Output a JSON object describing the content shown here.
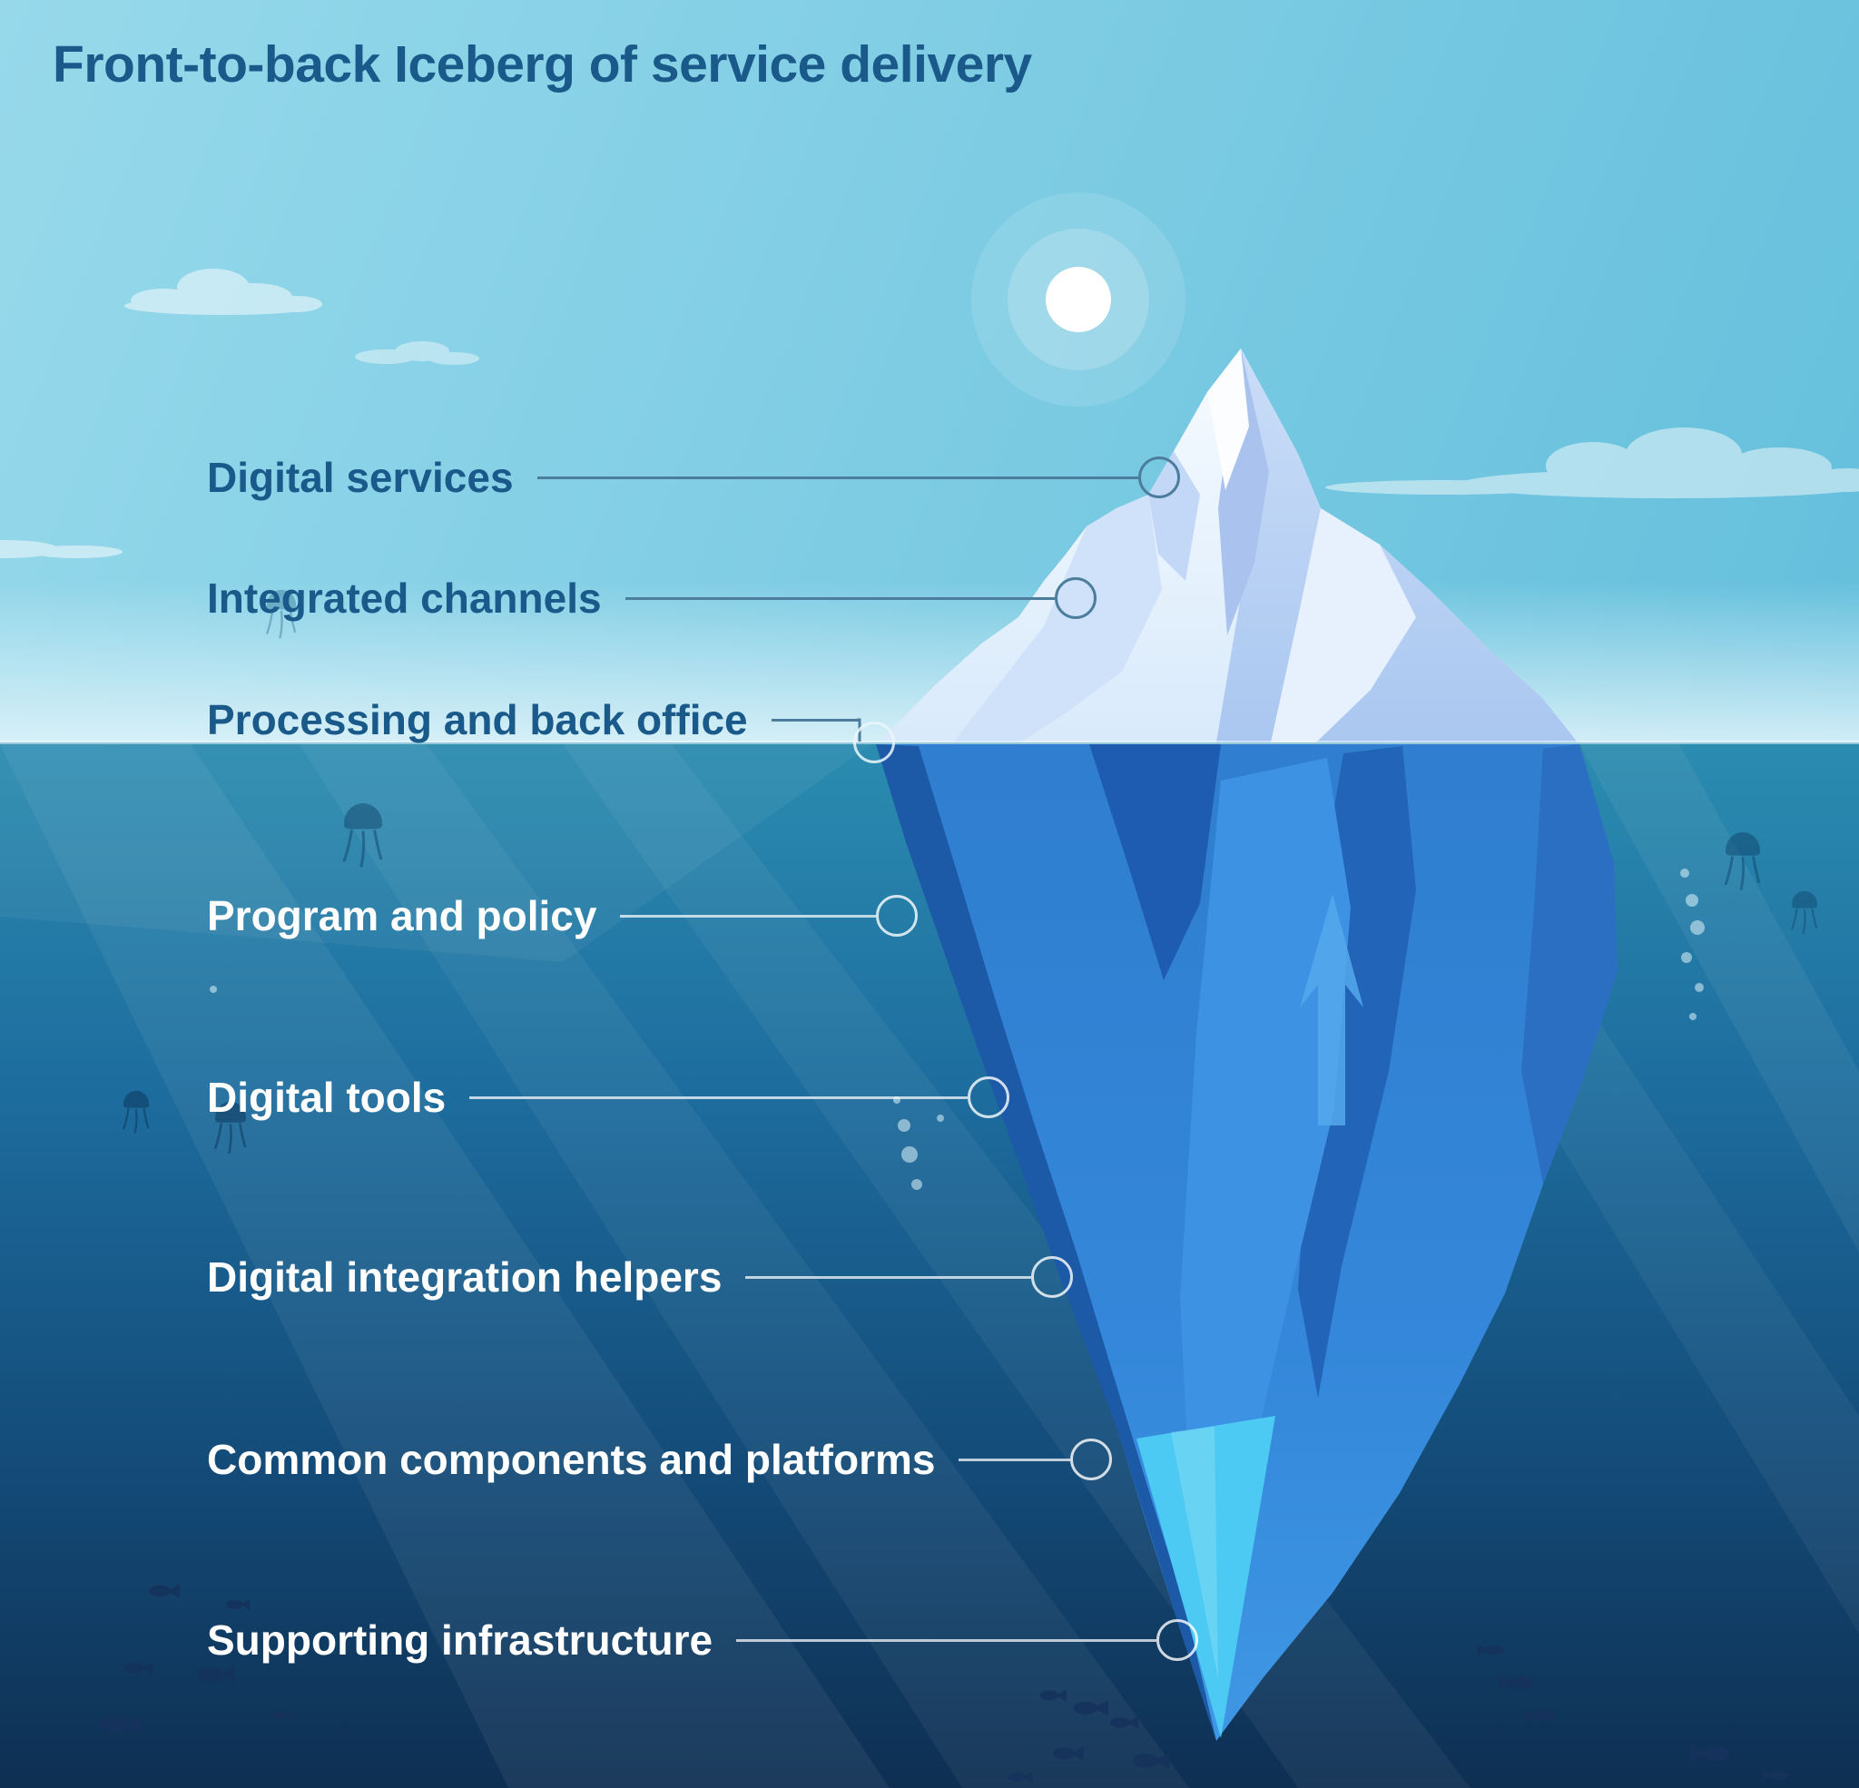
{
  "title": "Front-to-back Iceberg of service delivery",
  "annotations": [
    {
      "label": "Digital services",
      "zone": "above-water"
    },
    {
      "label": "Integrated channels",
      "zone": "above-water"
    },
    {
      "label": "Processing and back office",
      "zone": "waterline"
    },
    {
      "label": "Program and policy",
      "zone": "below-water"
    },
    {
      "label": "Digital tools",
      "zone": "below-water"
    },
    {
      "label": "Digital integration helpers",
      "zone": "below-water"
    },
    {
      "label": "Common components and platforms",
      "zone": "below-water"
    },
    {
      "label": "Supporting infrastructure",
      "zone": "below-water"
    }
  ],
  "colors": {
    "title_color": "#1a5a8a",
    "label_above_color": "#1a5a8a",
    "label_below_color": "#ffffff",
    "line_above_color": "#4d7d9c",
    "sky_top": "#97d9eb",
    "sky_bottom": "#6ac3de",
    "water_top": "#2b8cb0",
    "water_deep": "#0e2f52",
    "ice_above_light": "#f2f9fe",
    "ice_above_shade": "#a9c2ee",
    "ice_below_main": "#2f7ecf",
    "ice_below_dark": "#1c59a6",
    "ice_tip_cyan": "#4ccaf3",
    "sun_core": "#ffffff"
  }
}
